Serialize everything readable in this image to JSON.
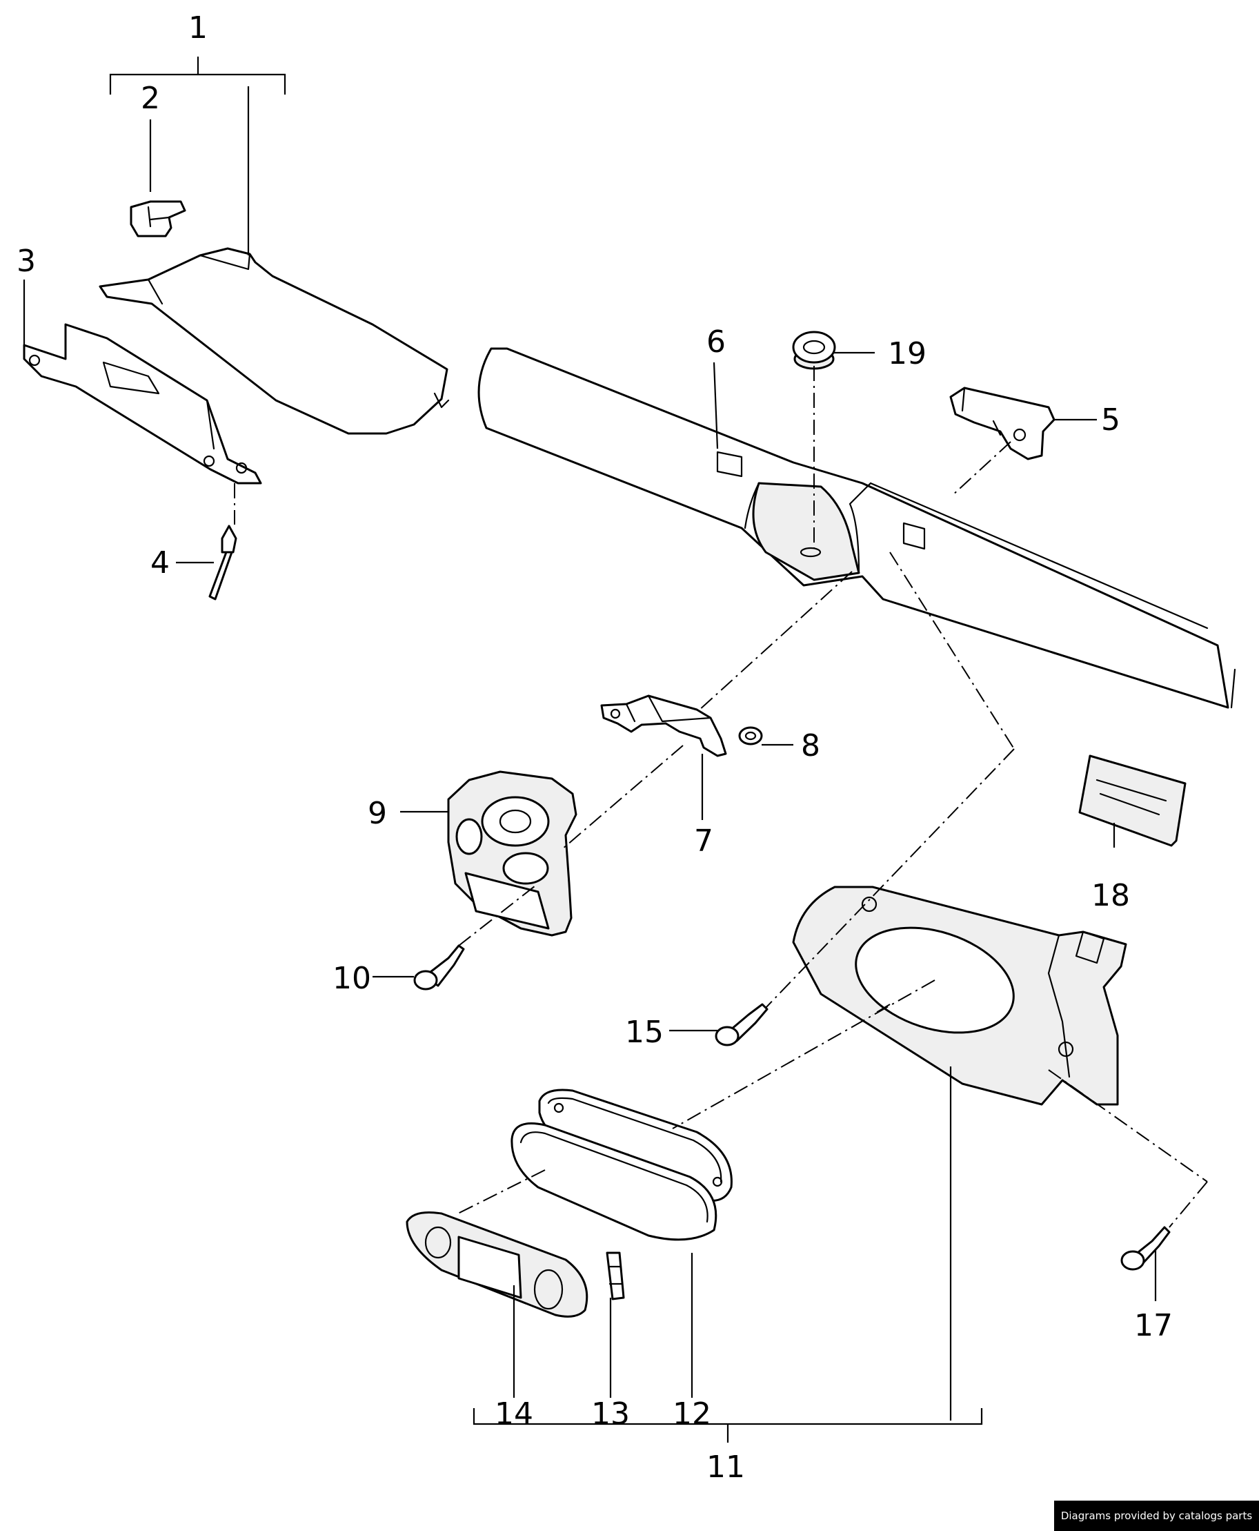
{
  "callouts": {
    "c1": "1",
    "c2": "2",
    "c3": "3",
    "c4": "4",
    "c5": "5",
    "c6": "6",
    "c7": "7",
    "c8": "8",
    "c9": "9",
    "c10": "10",
    "c11": "11",
    "c12": "12",
    "c13": "13",
    "c14": "14",
    "c15": "15",
    "c17": "17",
    "c18": "18",
    "c19": "19"
  },
  "credit": "Diagrams provided by catalogs parts"
}
